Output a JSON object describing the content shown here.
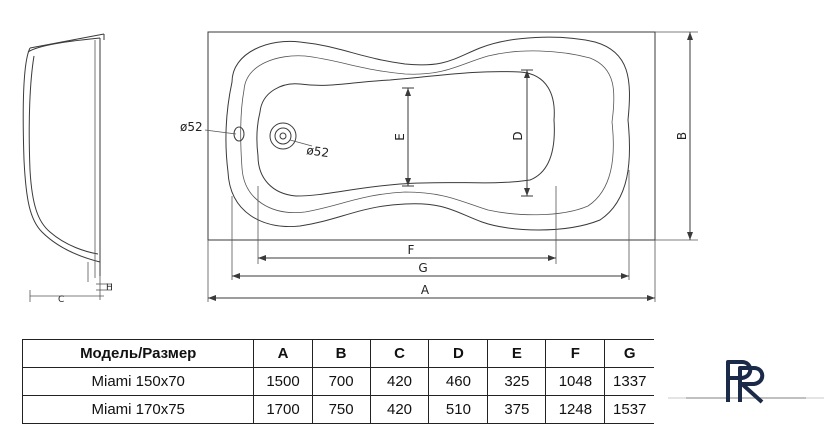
{
  "drawing": {
    "dimensions": {
      "A": "A",
      "B": "B",
      "C": "C",
      "D": "D",
      "E": "E",
      "F": "F",
      "G": "G",
      "H": "H"
    },
    "overflow_diameter": "ø52",
    "drain_diameter": "ø52"
  },
  "table": {
    "headers": [
      "Модель/Размер",
      "A",
      "B",
      "C",
      "D",
      "E",
      "F",
      "G"
    ],
    "rows": [
      [
        "Miami 150x70",
        "1500",
        "700",
        "420",
        "460",
        "325",
        "1048",
        "1337"
      ],
      [
        "Miami 170x75",
        "1700",
        "750",
        "420",
        "510",
        "375",
        "1248",
        "1537"
      ]
    ]
  },
  "logo": {
    "text": "PR",
    "color": "#1c2a4a"
  }
}
